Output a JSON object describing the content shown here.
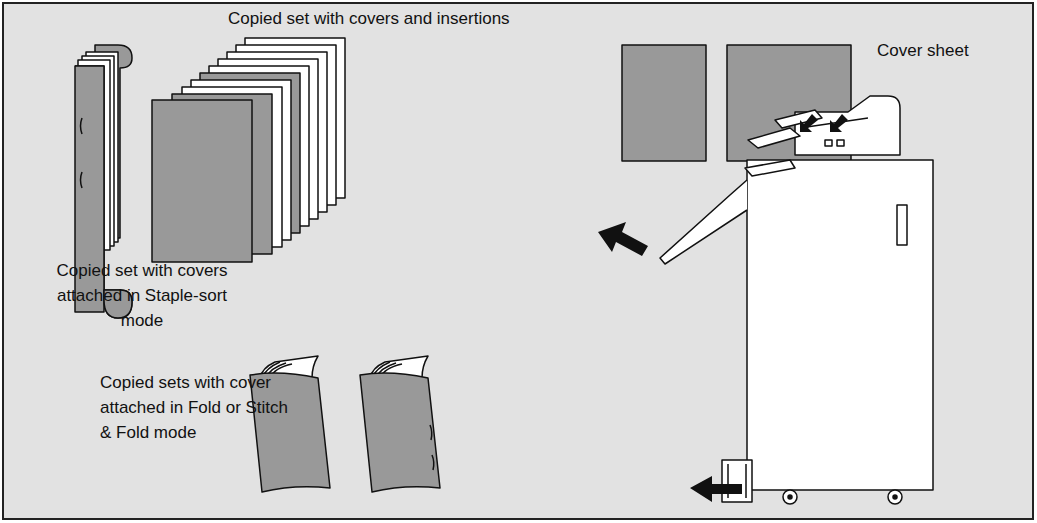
{
  "diagram": {
    "labels": [
      "Copied set with covers and insertions",
      "Cover sheet",
      "Copied set with covers attached in Staple-sort mode",
      "Copied sets with cover attached in Fold or Stitch & Fold mode"
    ]
  }
}
